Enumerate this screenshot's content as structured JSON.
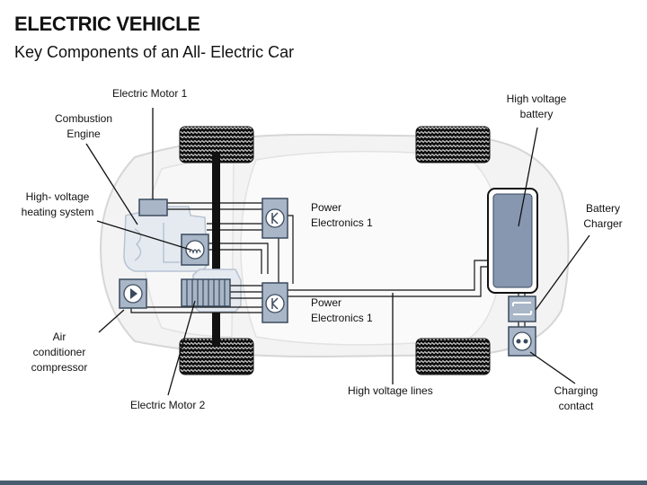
{
  "header": {
    "title": "ELECTRIC VEHICLE",
    "subtitle": "Key Components of an All- Electric Car"
  },
  "labels": {
    "electric_motor_1": "Electric Motor 1",
    "combustion_engine_l1": "Combustion",
    "combustion_engine_l2": "Engine",
    "heating_l1": "High- voltage",
    "heating_l2": "heating system",
    "ac_l1": "Air",
    "ac_l2": "conditioner",
    "ac_l3": "compressor",
    "electric_motor_2": "Electric Motor 2",
    "power_electronics_1a_l1": "Power",
    "power_electronics_1a_l2": "Electronics 1",
    "power_electronics_1b_l1": "Power",
    "power_electronics_1b_l2": "Electronics 1",
    "battery_l1": "High voltage",
    "battery_l2": "battery",
    "battery_charger_l1": "Battery",
    "battery_charger_l2": "Charger",
    "high_voltage_lines": "High voltage lines",
    "charging_contact_l1": "Charging",
    "charging_contact_l2": "contact"
  },
  "colors": {
    "component_fill": "#a9b6c8",
    "component_stroke": "#3a4a5e",
    "battery_fill": "#8797b0",
    "car_body": "#f2f2f2",
    "footer": "#4a5d70"
  }
}
